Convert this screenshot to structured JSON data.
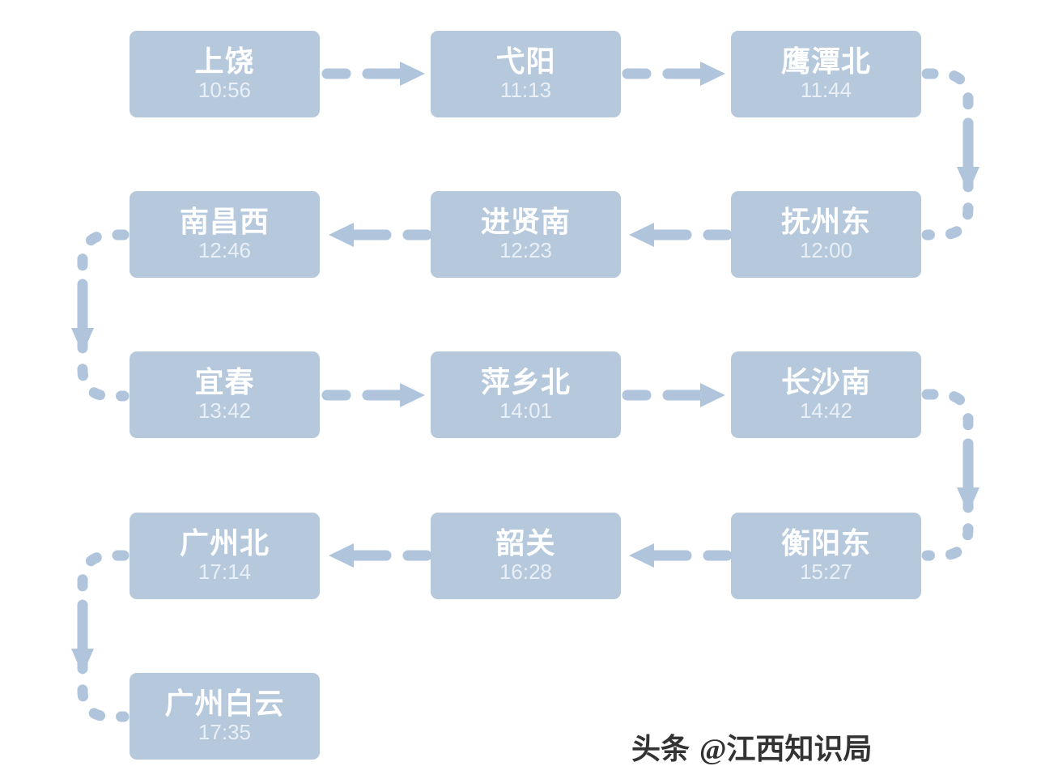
{
  "diagram": {
    "stations": [
      {
        "name": "上饶",
        "time": "10:56"
      },
      {
        "name": "弋阳",
        "time": "11:13"
      },
      {
        "name": "鹰潭北",
        "time": "11:44"
      },
      {
        "name": "抚州东",
        "time": "12:00"
      },
      {
        "name": "进贤南",
        "time": "12:23"
      },
      {
        "name": "南昌西",
        "time": "12:46"
      },
      {
        "name": "宜春",
        "time": "13:42"
      },
      {
        "name": "萍乡北",
        "time": "14:01"
      },
      {
        "name": "长沙南",
        "time": "14:42"
      },
      {
        "name": "衡阳东",
        "time": "15:27"
      },
      {
        "name": "韶关",
        "time": "16:28"
      },
      {
        "name": "广州北",
        "time": "17:14"
      },
      {
        "name": "广州白云",
        "time": "17:35"
      }
    ],
    "watermark": {
      "brand": "头条",
      "handle": "@江西知识局"
    }
  },
  "colors": {
    "background": "#ffffff",
    "box": "#b6c8dc",
    "arrow": "#b0c5dc",
    "station-name": "#ffffff",
    "station-time": "#e9eff6",
    "watermark": "#333333"
  }
}
